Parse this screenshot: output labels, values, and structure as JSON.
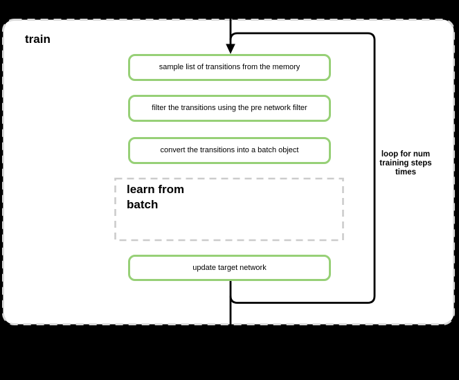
{
  "colors": {
    "background": "#000000",
    "canvas_fill": "#ffffff",
    "canvas_border": "#d9d9d9",
    "step_border": "#97d077",
    "subprocess_border": "#cccccc",
    "flow_line": "#000000",
    "text": "#000000"
  },
  "diagram": {
    "title": "train",
    "steps": [
      "sample list of transitions from the memory",
      "filter the transitions using the pre network filter",
      "convert the transitions into a batch object"
    ],
    "subprocess": {
      "lines": [
        "learn from",
        "batch"
      ]
    },
    "final_step": "update target network",
    "loop_annotation": {
      "lines": [
        "loop for num",
        "training steps",
        "times"
      ]
    }
  }
}
